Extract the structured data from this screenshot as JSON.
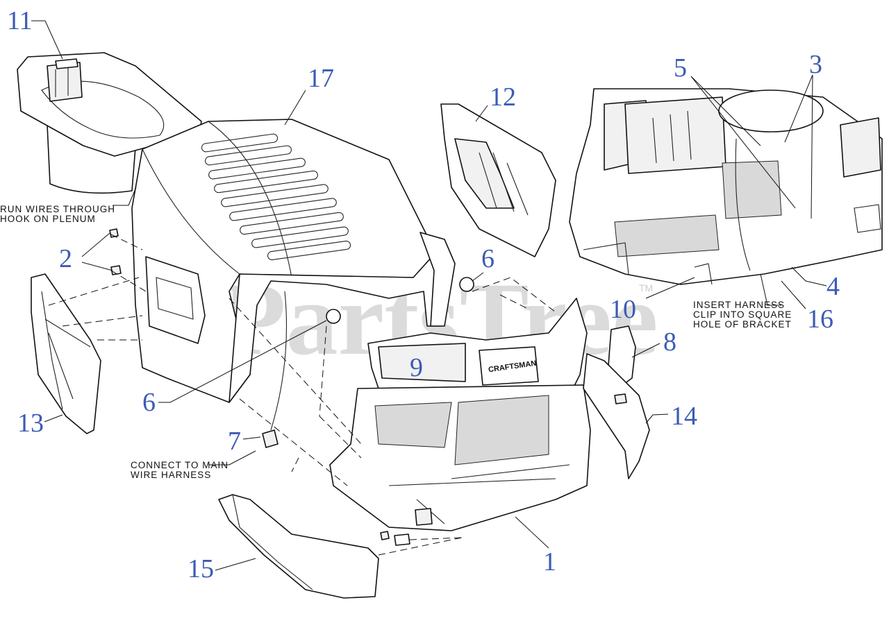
{
  "colors": {
    "callout": "#3b5bb5",
    "line": "#111111",
    "watermark": "#9a9a9a"
  },
  "watermark": {
    "text": "PartsTree",
    "tm": "TM"
  },
  "brand_label": "CRAFTSMAN",
  "callouts": {
    "c1": "1",
    "c2": "2",
    "c3": "3",
    "c4": "4",
    "c5": "5",
    "c6a": "6",
    "c6b": "6",
    "c7": "7",
    "c8": "8",
    "c9": "9",
    "c10": "10",
    "c11": "11",
    "c12": "12",
    "c13": "13",
    "c14": "14",
    "c15": "15",
    "c16": "16",
    "c17": "17"
  },
  "notes": {
    "run_wires_line1": "RUN WIRES THROUGH",
    "run_wires_line2": "HOOK ON PLENUM",
    "connect_line1": "CONNECT TO MAIN",
    "connect_line2": "WIRE HARNESS",
    "insert_line1": "INSERT HARNESS",
    "insert_line2": "CLIP INTO SQUARE",
    "insert_line3": "HOLE OF BRACKET"
  }
}
